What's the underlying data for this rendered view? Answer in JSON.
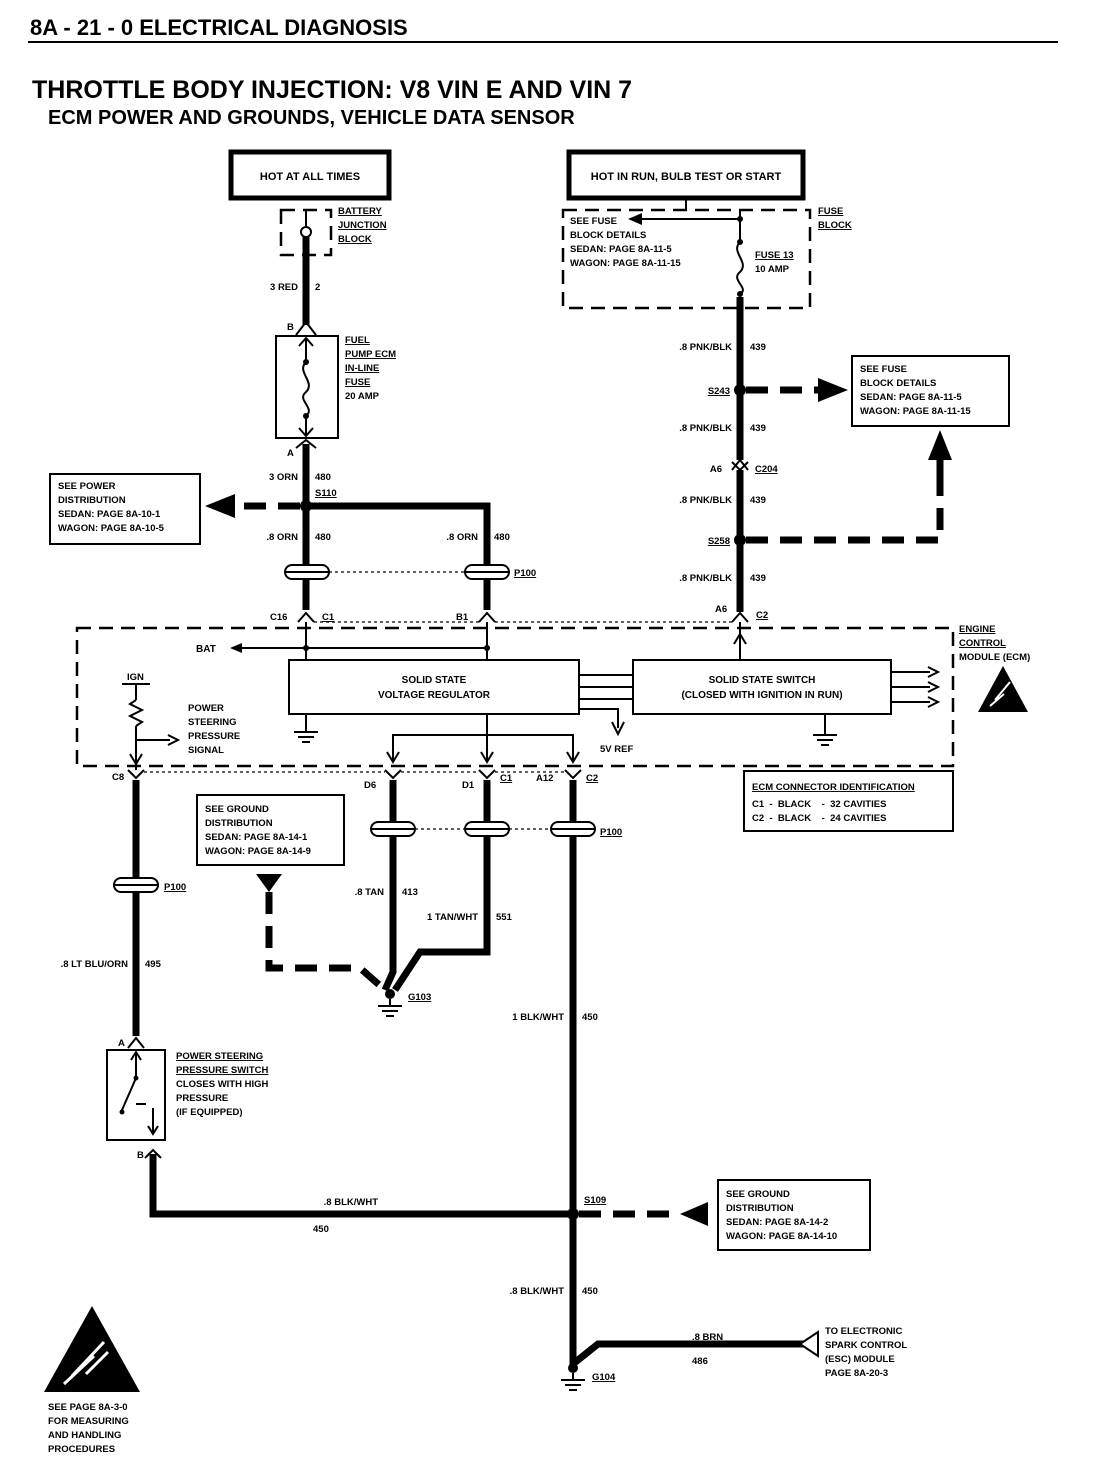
{
  "header": {
    "section": "8A - 21 - 0  ELECTRICAL DIAGNOSIS"
  },
  "title": "THROTTLE BODY INJECTION:  V8  VIN E AND  VIN 7",
  "subtitle": "ECM POWER AND GROUNDS, VEHICLE DATA SENSOR",
  "power": {
    "hot_all_times": "HOT AT ALL TIMES",
    "hot_run": "HOT IN RUN, BULB TEST OR START",
    "battery_junction": [
      "BATTERY",
      "JUNCTION",
      "BLOCK"
    ],
    "fuse_block": [
      "FUSE",
      "BLOCK"
    ],
    "fuse_block_ref": [
      "SEE FUSE",
      "BLOCK DETAILS",
      "SEDAN:   PAGE 8A-11-5",
      "WAGON:  PAGE 8A-11-15"
    ],
    "fuse13": [
      "FUSE 13",
      "10 AMP"
    ],
    "inline_fuse": [
      "FUEL",
      "PUMP ECM",
      "IN-LINE",
      "FUSE",
      "20 AMP"
    ],
    "power_dist_ref": [
      "SEE POWER",
      "DISTRIBUTION",
      "SEDAN:   PAGE 8A-10-1",
      "WAGON:  PAGE 8A-10-5"
    ],
    "fuse_ref_right": [
      "SEE FUSE",
      "BLOCK DETAILS",
      "SEDAN:   PAGE 8A-11-5",
      "WAGON:  PAGE 8A-11-15"
    ]
  },
  "wires": {
    "w3red": "3 RED",
    "c2": "2",
    "w3orn": "3 ORN",
    "c480": "480",
    "w8orn_a": ".8 ORN",
    "c480_a": "480",
    "w8orn_b": ".8 ORN",
    "c480_b": "480",
    "pnk1": ".8 PNK/BLK",
    "c439_1": "439",
    "pnk2": ".8 PNK/BLK",
    "c439_2": "439",
    "pnk3": ".8 PNK/BLK",
    "c439_3": "439",
    "pnk4": ".8 PNK/BLK",
    "c439_4": "439",
    "tan": ".8 TAN",
    "c413": "413",
    "tanwht": "1 TAN/WHT",
    "c551": "551",
    "ltbluorn": ".8 LT BLU/ORN",
    "c495": "495",
    "blkwht1": "1 BLK/WHT",
    "c450_1": "450",
    "blkwht2": ".8 BLK/WHT",
    "c450_2": "450",
    "blkwht3": ".8 BLK/WHT",
    "c450_3": "450",
    "brn": ".8 BRN",
    "c486": "486"
  },
  "connectors": {
    "B": "B",
    "A": "A",
    "S110": "S110",
    "S243": "S243",
    "A6top": "A6",
    "C204": "C204",
    "S258": "S258",
    "P100": "P100",
    "C16": "C16",
    "C1": "C1",
    "B1": "B1",
    "A6": "A6",
    "C2": "C2",
    "C8": "C8",
    "D6": "D6",
    "D1": "D1",
    "C1b": "C1",
    "A12": "A12",
    "C2b": "C2",
    "P100b": "P100",
    "P100c": "P100",
    "G103": "G103",
    "S109": "S109",
    "G104": "G104",
    "Asw": "A",
    "Bsw": "B"
  },
  "ecm": {
    "name": [
      "ENGINE",
      "CONTROL",
      "MODULE (ECM)"
    ],
    "bat": "BAT",
    "ign": "IGN",
    "regulator": [
      "SOLID STATE",
      "VOLTAGE REGULATOR"
    ],
    "switch": [
      "SOLID STATE SWITCH",
      "(CLOSED WITH IGNITION IN RUN)"
    ],
    "ps_signal": [
      "POWER",
      "STEERING",
      "PRESSURE",
      "SIGNAL"
    ],
    "vref": "5V REF"
  },
  "connector_id": {
    "title": "ECM CONNECTOR IDENTIFICATION",
    "rows": [
      "C1  -  BLACK    -  32 CAVITIES",
      "C2  -  BLACK    -  24 CAVITIES"
    ]
  },
  "ground_ref_left": [
    "SEE GROUND",
    "DISTRIBUTION",
    "SEDAN:   PAGE 8A-14-1",
    "WAGON:  PAGE 8A-14-9"
  ],
  "ground_ref_right": [
    "SEE GROUND",
    "DISTRIBUTION",
    "SEDAN:   PAGE 8A-14-2",
    "WAGON:  PAGE 8A-14-10"
  ],
  "ps_switch": [
    "POWER STEERING",
    "PRESSURE SWITCH",
    "CLOSES WITH HIGH",
    "PRESSURE",
    "(IF EQUIPPED)"
  ],
  "esc": [
    "TO ELECTRONIC",
    "SPARK CONTROL",
    "(ESC) MODULE",
    "PAGE 8A-20-3"
  ],
  "esd_note": [
    "SEE PAGE 8A-3-0",
    "FOR MEASURING",
    "AND HANDLING",
    "PROCEDURES"
  ]
}
